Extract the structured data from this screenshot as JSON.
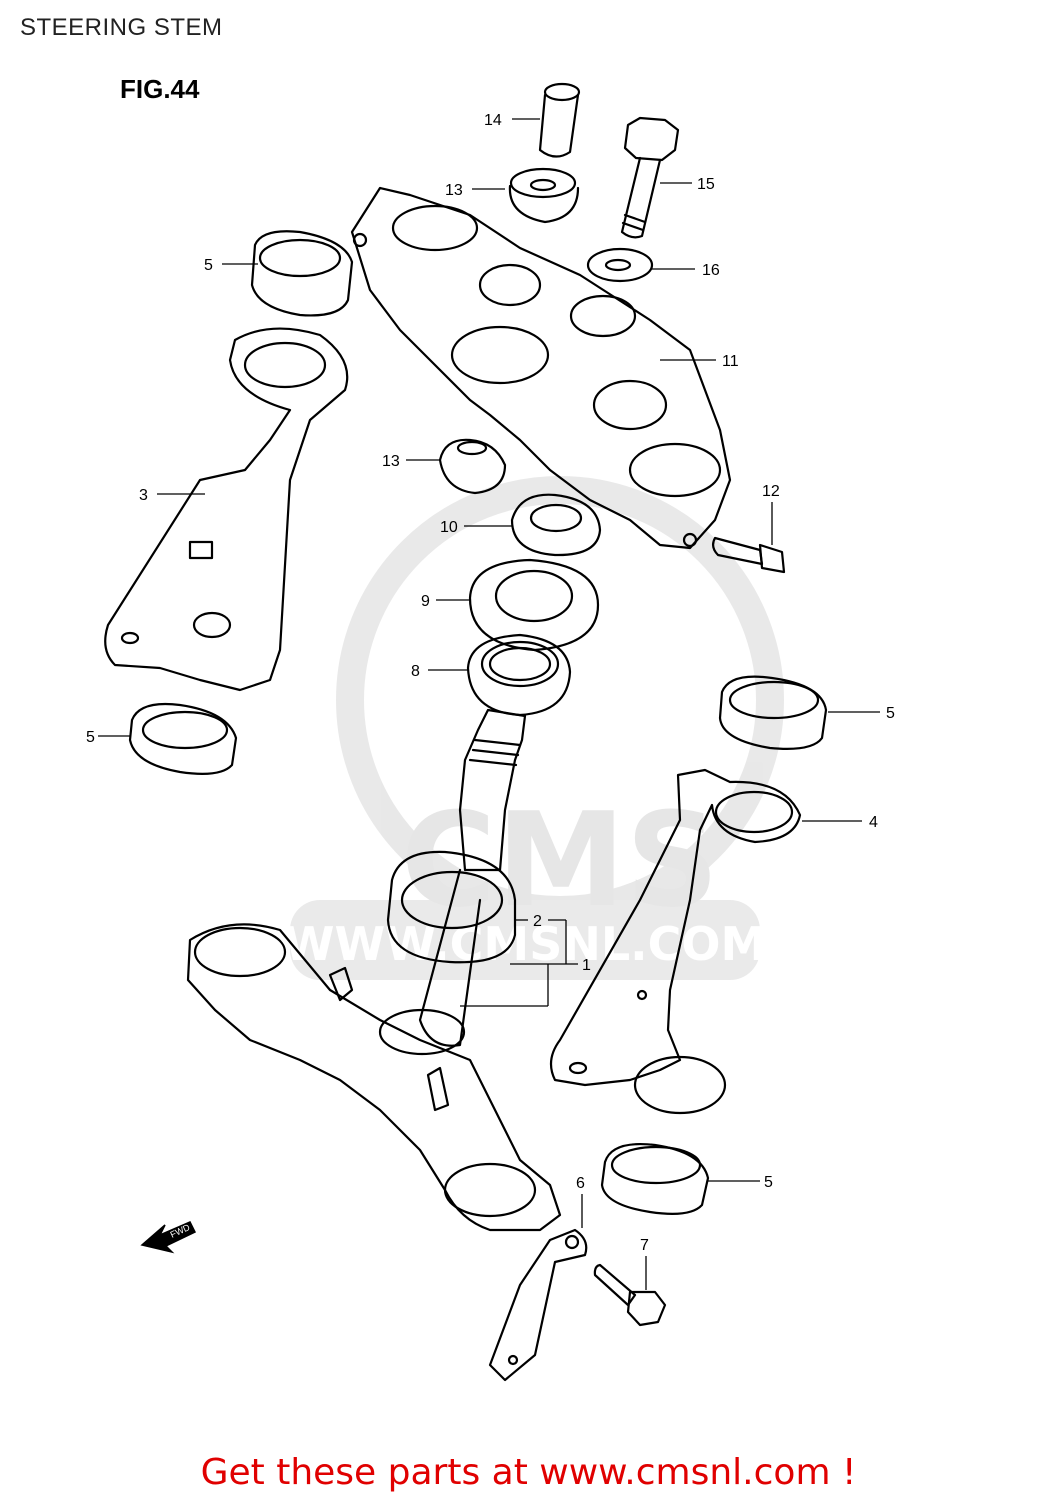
{
  "page_title": "STEERING STEM",
  "figure_label": "FIG.44",
  "watermark": {
    "brand": "CMS",
    "url": "WWW.CMSNL.COM"
  },
  "fwd_label": "FWD",
  "callouts": {
    "c1": "1",
    "c2": "2",
    "c3": "3",
    "c4": "4",
    "c5a": "5",
    "c5b": "5",
    "c5c": "5",
    "c5d": "5",
    "c6": "6",
    "c7": "7",
    "c8": "8",
    "c9": "9",
    "c10": "10",
    "c11": "11",
    "c12": "12",
    "c13a": "13",
    "c13b": "13",
    "c14": "14",
    "c15": "15",
    "c16": "16"
  },
  "footer_text": "Get these parts at www.cmsnl.com !"
}
